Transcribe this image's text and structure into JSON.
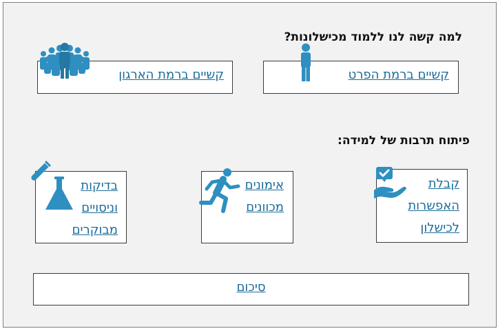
{
  "headings": {
    "why_hard": "למה קשה לנו ללמוד מכישלונות?",
    "culture": "פיתוח תרבות של למידה:"
  },
  "links": {
    "personal": "קשיים ברמת הפרט",
    "organization": "קשיים ברמת הארגון",
    "acceptance": [
      "קבלת",
      "האפשרות",
      "לכישלון"
    ],
    "training": [
      "אימונים",
      "מכוונים"
    ],
    "experiments": [
      "בדיקות",
      "וניסויים",
      "מבוקרים"
    ],
    "summary": "סיכום"
  },
  "icons": {
    "crowd": "group-of-people-icon",
    "person": "person-icon",
    "hand": "hand-with-check-icon",
    "runner": "running-person-icon",
    "lab": "lab-flask-icon"
  },
  "colors": {
    "accent": "#2e8fc0",
    "link": "#1b6c9a",
    "slide_bg": "#f2f2f2"
  }
}
